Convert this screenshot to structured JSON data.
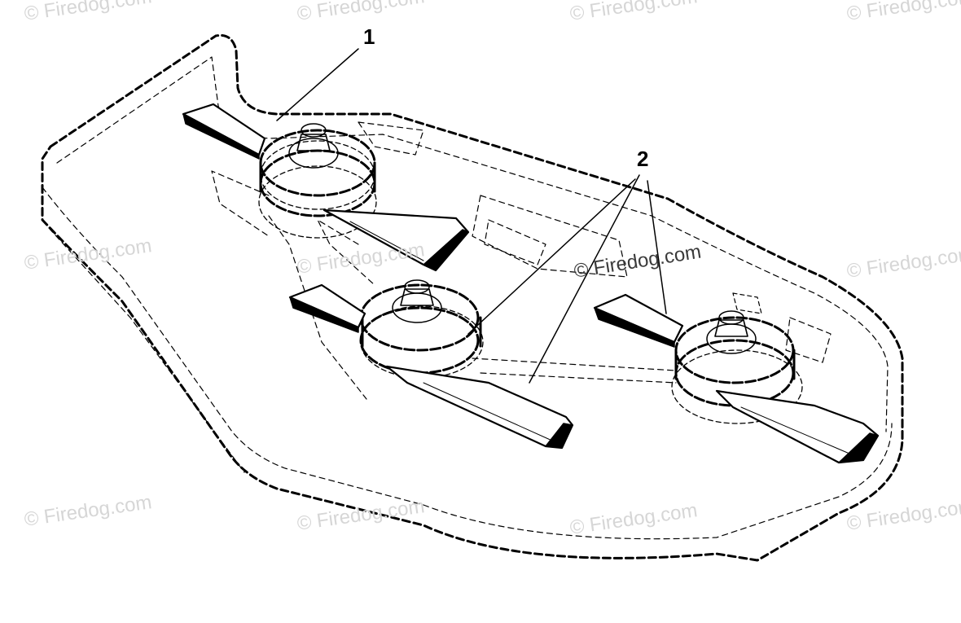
{
  "callouts": {
    "one": "1",
    "two": "2"
  },
  "watermark": {
    "text": "© Firedog.com"
  },
  "style": {
    "line_color": "#000000",
    "blade_fill": "#000000",
    "watermark_color": "#d6d6d6"
  }
}
